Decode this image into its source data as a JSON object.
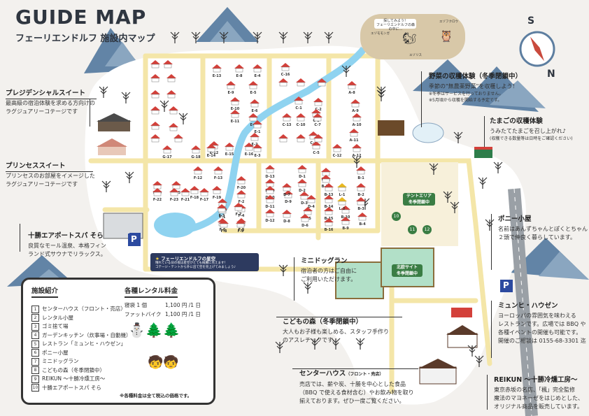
{
  "header": {
    "title": "GUIDE MAP",
    "subtitle": "フェーリエンドルフ 施設内マップ"
  },
  "wildlife": {
    "question": "探してみよう！",
    "hint": "フェーリエンドルフの森の中に…",
    "items": [
      "エゾモモンガ",
      "エゾリス",
      "エゾフクロウ"
    ]
  },
  "callouts": {
    "presidential": {
      "title": "プレジデンシャルスイート",
      "text": [
        "最高級の宿泊体験を求める方向けの",
        "ラグジュアリーコテージです"
      ]
    },
    "princess": {
      "title": "プリンセススイート",
      "text": [
        "プリンセスのお部屋をイメージした",
        "ラグジュアリーコテージです"
      ]
    },
    "spa": {
      "title": "十勝エアポートスパ そら",
      "text": [
        "良質なモール温泉、本格フィン",
        "ランド式サウナでリラックス。"
      ]
    },
    "vegetable": {
      "title": "野菜の収穫体験（冬季閉鎖中）",
      "text": [
        "季節の\"無農薬野菜\"を収穫しよう！"
      ],
      "notes": [
        "※冬季はサービスを行っておりません。",
        "※5月頃から収穫を開始する予定です。"
      ]
    },
    "egg": {
      "title": "たまごの収穫体験",
      "text": [
        "うみたてたまごを召し上がれ♪"
      ],
      "notes": [
        "(収穫できる数量等は日時をご確認ください)"
      ]
    },
    "pony": {
      "title": "ポニー小屋",
      "text": [
        "名前はあんずちゃんとぽくとちゃん",
        "２頭で仲良く暮らしています。"
      ]
    },
    "dogrun": {
      "title": "ミニドッグラン",
      "text": [
        "宿泊者の方はご自由に",
        "ご利用いただけます。"
      ]
    },
    "kids_forest": {
      "title": "こどもの森（冬季閉鎖中）",
      "text": [
        "大人もお子様も楽しめる、スタッフ手作り",
        "のアスレチックです。"
      ]
    },
    "center": {
      "title": "センターハウス",
      "title_small": "（フロント・売店）",
      "text": [
        "売店では、薪や炭、十勝を中心とした食品",
        "（BBQ で使える食材含む）やお飲み物を取り",
        "揃えております。ぜひ一度ご覧ください。"
      ]
    },
    "munchen": {
      "title": "ミュンヒ・ハウゼン",
      "text": [
        "ヨーロッパの雰囲気を味わえる",
        "レストランです。広場では BBQ や",
        "各種イベントの開催も可能です。",
        "開催のご相談は 0155-68-3301 迄"
      ]
    },
    "reikun": {
      "title": "REIKUN 〜十勝冷燻工房〜",
      "text": [
        "東京赤坂の名店、「楓」完全監修",
        "魔法のマヨネーゼをはじめとした、",
        "オリジナル商品を販売しています。"
      ]
    }
  },
  "stargazing": {
    "title": "フェーリエンドルフの星空",
    "text": [
      "晴れている日の夜は星空がとても綺麗に見えます！",
      "コテージ・テントから外に出て空を見上げてみましょう♪"
    ]
  },
  "signs": {
    "tent": [
      "テントエリア",
      "冬季閉鎖中"
    ],
    "bbq": [
      "北欧サイト",
      "冬季閉鎖中"
    ]
  },
  "legend": {
    "title": "施設紹介",
    "items": [
      {
        "no": "1",
        "label": "センターハウス（フロント・売店）"
      },
      {
        "no": "2",
        "label": "レンタル小屋"
      },
      {
        "no": "3",
        "label": "ゴミ捨て場"
      },
      {
        "no": "4",
        "label": "ガーデンキッチン（炊事場・自動機）"
      },
      {
        "no": "5",
        "label": "レストラン「ミュンヒ・ハウゼン」"
      },
      {
        "no": "6",
        "label": "ポニー小屋"
      },
      {
        "no": "7",
        "label": "ミニドッグラン"
      },
      {
        "no": "8",
        "label": "こどもの森（冬季閉鎖中）"
      },
      {
        "no": "9",
        "label": "REIKUN 〜十勝冷燻工房〜"
      },
      {
        "no": "10",
        "label": "十勝エアポートスパ そら"
      }
    ],
    "rental_title": "各種レンタル料金",
    "rental": [
      {
        "item": "寝袋 1 個",
        "price": "1,100 円 /1 日"
      },
      {
        "item": "ファットバイク",
        "price": "1,100 円 /1 日"
      }
    ],
    "note": "※各種料金は全て税込の価格です。"
  },
  "compass": {
    "s": "S",
    "n": "N"
  },
  "cottages": {
    "row1": [
      "E-13",
      "E-8",
      "E-4"
    ],
    "row2": [
      "E-9",
      "E-5"
    ],
    "row3": [
      "E-10",
      "E-6"
    ],
    "row4": [
      "E-11",
      "E-7"
    ],
    "mid": [
      "E-12",
      "E-1",
      "E-2",
      "E-3",
      "E-14",
      "E-15",
      "E-16"
    ],
    "c": [
      "C-16",
      "C-1",
      "C-2",
      "C-3",
      "C-13",
      "C-10",
      "C-7",
      "C-4",
      "C-5",
      "C-12"
    ],
    "a": [
      "A-8",
      "A-9",
      "A-10",
      "A-11",
      "A-12"
    ],
    "g": [
      "G-17",
      "G-18"
    ],
    "f": [
      "F-12",
      "F-13",
      "F-14",
      "F-15",
      "F-18",
      "F-19",
      "F-20",
      "F-22",
      "F-23",
      "F-21",
      "F-17",
      "F-16",
      "F-1",
      "F-2",
      "F-3",
      "F-4",
      "F-5",
      "F-6",
      "F-7",
      "F-8",
      "F-9"
    ],
    "d": [
      "D-13",
      "D-14",
      "D-10",
      "D-9",
      "D-8",
      "D-1",
      "D-2",
      "D-3",
      "D-4",
      "D-5",
      "D-6",
      "D-7",
      "D-11",
      "D-12"
    ],
    "b": [
      "B-1",
      "B-2",
      "B-3",
      "B-4",
      "B-11",
      "B-12",
      "B-13",
      "B-14",
      "B-15",
      "B-16",
      "B-10",
      "B-9",
      "L-1",
      "L-2"
    ]
  },
  "area_numbers": [
    "10",
    "11",
    "12"
  ],
  "parking": "P",
  "colors": {
    "road": "#f4e6a8",
    "river": "#8fd3f0",
    "mountain": "#5d7ea0",
    "roof": "#d3403a",
    "ground": "#ffffff"
  }
}
